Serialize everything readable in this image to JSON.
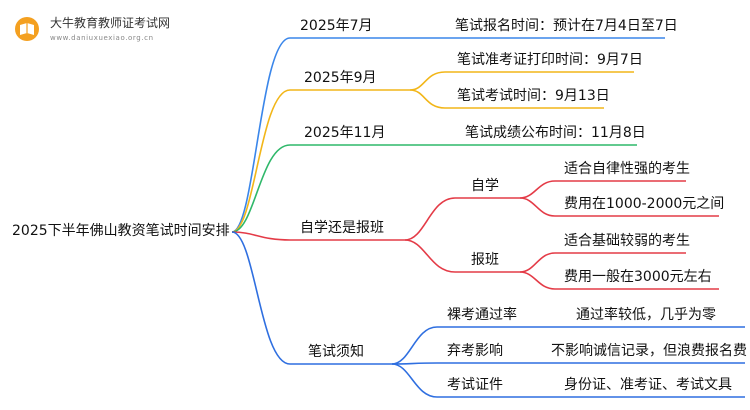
{
  "brand": {
    "name": "大牛教育教师证考试网",
    "url": "www.daniuxuexiao.org.cn"
  },
  "mindmap": {
    "root": "2025下半年佛山教资笔试时间安排",
    "branches": [
      {
        "label": "2025年7月",
        "color": "#3a86ea",
        "children": [
          {
            "label": "笔试报名时间：预计在7月4日至7日"
          }
        ]
      },
      {
        "label": "2025年9月",
        "color": "#f2b618",
        "children": [
          {
            "label": "笔试准考证打印时间：9月7日"
          },
          {
            "label": "笔试考试时间：9月13日"
          }
        ]
      },
      {
        "label": "2025年11月",
        "color": "#2fb86a",
        "children": [
          {
            "label": "笔试成绩公布时间：11月8日"
          }
        ]
      },
      {
        "label": "自学还是报班",
        "color": "#e43b47",
        "children": [
          {
            "label": "自学",
            "children": [
              {
                "label": "适合自律性强的考生"
              },
              {
                "label": "费用在1000-2000元之间"
              }
            ]
          },
          {
            "label": "报班",
            "children": [
              {
                "label": "适合基础较弱的考生"
              },
              {
                "label": "费用一般在3000元左右"
              }
            ]
          }
        ]
      },
      {
        "label": "笔试须知",
        "color": "#2f6fe0",
        "children": [
          {
            "label": "裸考通过率",
            "children": [
              {
                "label": "通过率较低，几乎为零"
              }
            ]
          },
          {
            "label": "弃考影响",
            "children": [
              {
                "label": "不影响诚信记录，但浪费报名费"
              }
            ]
          },
          {
            "label": "考试证件",
            "children": [
              {
                "label": "身份证、准考证、考试文具"
              }
            ]
          }
        ]
      }
    ]
  }
}
